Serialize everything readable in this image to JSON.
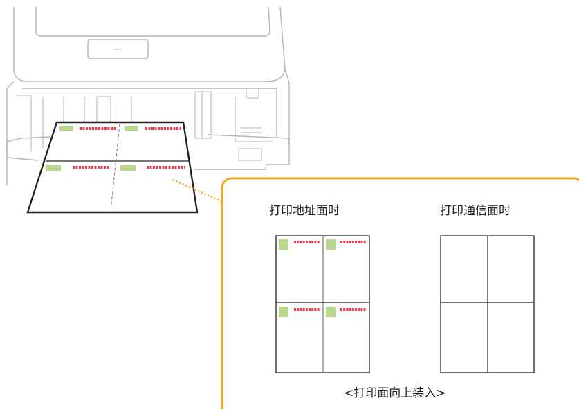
{
  "callout": {
    "address_side_label": "打印地址面时",
    "message_side_label": "打印通信面时",
    "load_instruction": "<打印面向上装入>"
  },
  "colors": {
    "callout_border": "#f4a81b",
    "postage_stamp": "#b8d98c",
    "postal_code_boxes": "#e8394f",
    "printer_outline": "#b4b4b4",
    "postcard_outline": "#222222"
  },
  "icons": {
    "printer": "printer-illustration",
    "postcard_sheet": "postcard-sheet",
    "stamp": "stamp-icon",
    "postal_code": "postal-code-boxes"
  }
}
